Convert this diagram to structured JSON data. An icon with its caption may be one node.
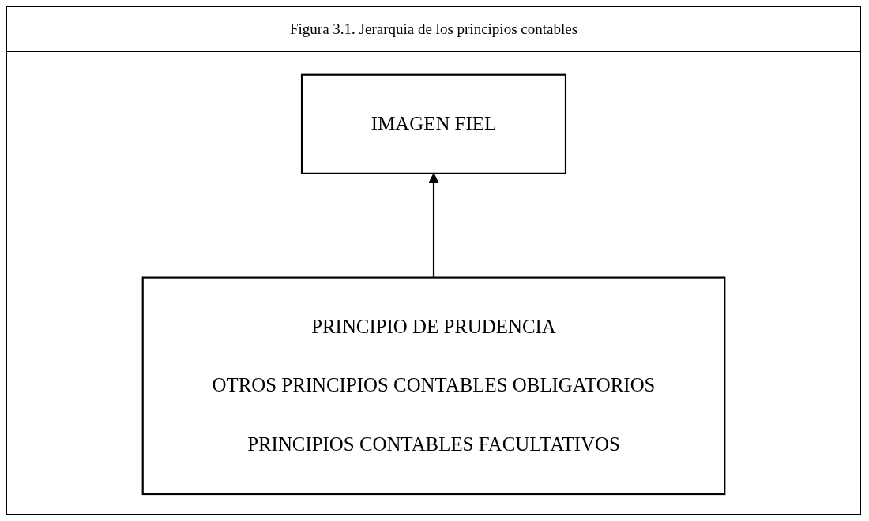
{
  "diagram": {
    "title": "Figura 3.1. Jerarquía de los principios contables",
    "nodes": [
      {
        "text": [
          "IMAGEN FIEL"
        ]
      },
      {
        "text": [
          "PRINCIPIO DE PRUDENCIA",
          "OTROS PRINCIPIOS CONTABLES OBLIGATORIOS",
          "PRINCIPIOS CONTABLES FACULTATIVOS"
        ]
      }
    ],
    "edges": [
      {
        "from": 1,
        "to": 0,
        "arrow": "to"
      }
    ]
  }
}
